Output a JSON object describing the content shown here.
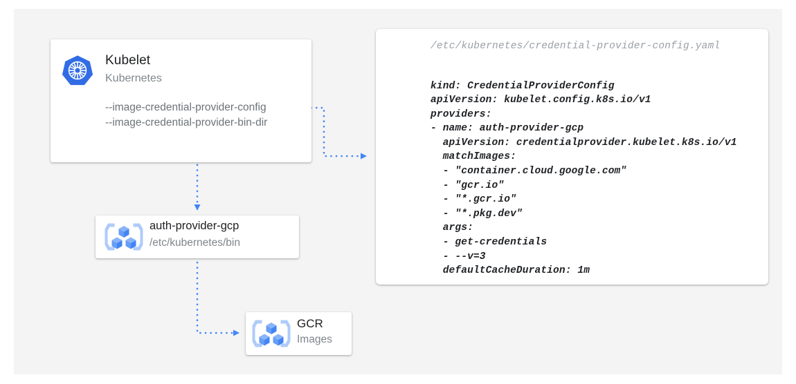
{
  "canvas": {
    "background": "#f4f4f4",
    "page_background": "#ffffff"
  },
  "colors": {
    "accent_blue": "#4285f4",
    "k8s_blue": "#326ce5",
    "icon_light_blue": "#aecbfa",
    "icon_mid_blue": "#669df6",
    "text_dark": "#202124",
    "text_gray": "#80868b",
    "text_flag_gray": "#6d7378",
    "yaml_path_gray": "#9aa0a6",
    "yaml_body": "#1f2124"
  },
  "kubelet_card": {
    "icon": "kubernetes-logo-icon",
    "title": "Kubelet",
    "subtitle": "Kubernetes",
    "flags": [
      "--image-credential-provider-config",
      "--image-credential-provider-bin-dir"
    ]
  },
  "auth_provider_card": {
    "icon": "container-registry-icon",
    "title": "auth-provider-gcp",
    "subtitle": "/etc/kubernetes/bin"
  },
  "gcr_card": {
    "icon": "container-registry-icon",
    "title": "GCR",
    "subtitle": "Images"
  },
  "yaml_card": {
    "path": "/etc/kubernetes/credential-provider-config.yaml",
    "body": "kind: CredentialProviderConfig\napiVersion: kubelet.config.k8s.io/v1\nproviders:\n- name: auth-provider-gcp\n  apiVersion: credentialprovider.kubelet.k8s.io/v1\n  matchImages:\n  - \"container.cloud.google.com\"\n  - \"gcr.io\"\n  - \"*.gcr.io\"\n  - \"*.pkg.dev\"\n  args:\n  - get-credentials\n  - --v=3\n  defaultCacheDuration: 1m"
  },
  "connectors": [
    {
      "name": "kubelet-config-to-yaml",
      "from": "kubelet-card-flag-config",
      "to": "yaml-card",
      "style": "dotted",
      "arrow": "right"
    },
    {
      "name": "kubelet-to-auth-provider",
      "from": "kubelet-card",
      "to": "auth-provider-card",
      "style": "dotted",
      "arrow": "down"
    },
    {
      "name": "auth-provider-to-gcr",
      "from": "auth-provider-card",
      "to": "gcr-card",
      "style": "dotted",
      "arrow": "right"
    }
  ]
}
